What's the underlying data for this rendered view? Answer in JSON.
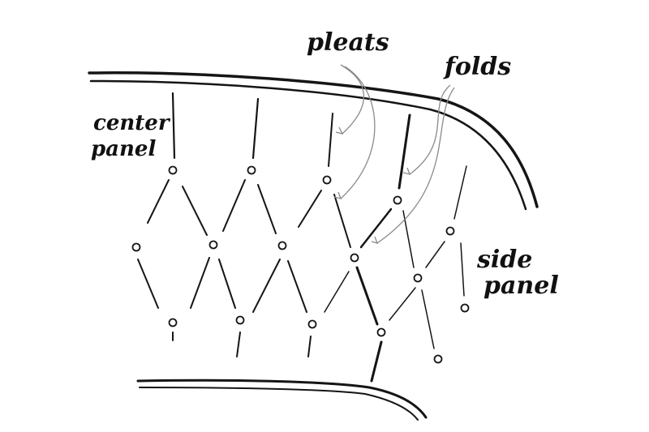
{
  "diagram": {
    "labels": {
      "pleats": "pleats",
      "folds": "folds",
      "center_line1": "center",
      "center_line2": "panel",
      "side_line1": "side",
      "side_line2": "panel"
    },
    "ink_color": "#151515",
    "arrow_color": "#8a8a8a"
  }
}
